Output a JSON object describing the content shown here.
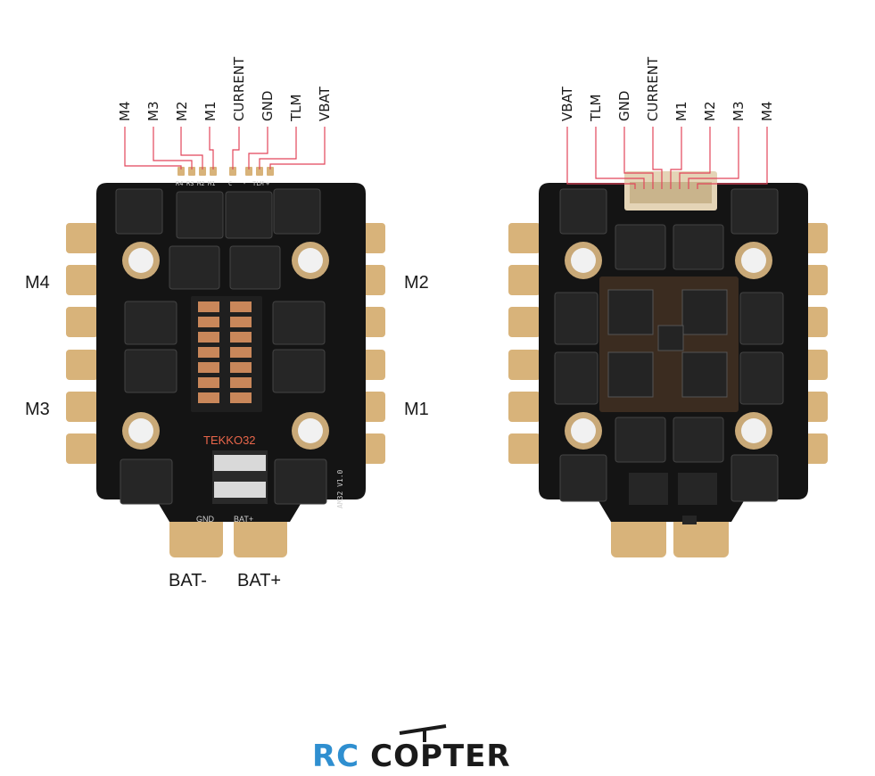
{
  "front": {
    "top_pins": [
      "M4",
      "M3",
      "M2",
      "M1",
      "CURRENT",
      "GND",
      "TLM",
      "VBAT"
    ],
    "pad_silk": [
      "R4",
      "R3",
      "M2",
      "M1",
      "C",
      "-",
      "TLM",
      "+"
    ],
    "motor_left_top": "M4",
    "motor_left_bottom": "M3",
    "motor_right_top": "M2",
    "motor_right_bottom": "M1",
    "brand_silk": "TEKKO32",
    "version_silk": "AM32 V1.0",
    "gnd_silk": "GND",
    "batplus_silk": "BAT+",
    "bat_minus": "BAT-",
    "bat_plus": "BAT+"
  },
  "back": {
    "top_pins": [
      "VBAT",
      "TLM",
      "GND",
      "CURRENT",
      "M1",
      "M2",
      "M3",
      "M4"
    ]
  },
  "logo": {
    "rc": "RC",
    "copter": "COPTER"
  },
  "colors": {
    "pcb": "#141414",
    "gold": "#d8b37a",
    "wire": "#e2455a",
    "logo_blue": "#2f8fd0"
  }
}
